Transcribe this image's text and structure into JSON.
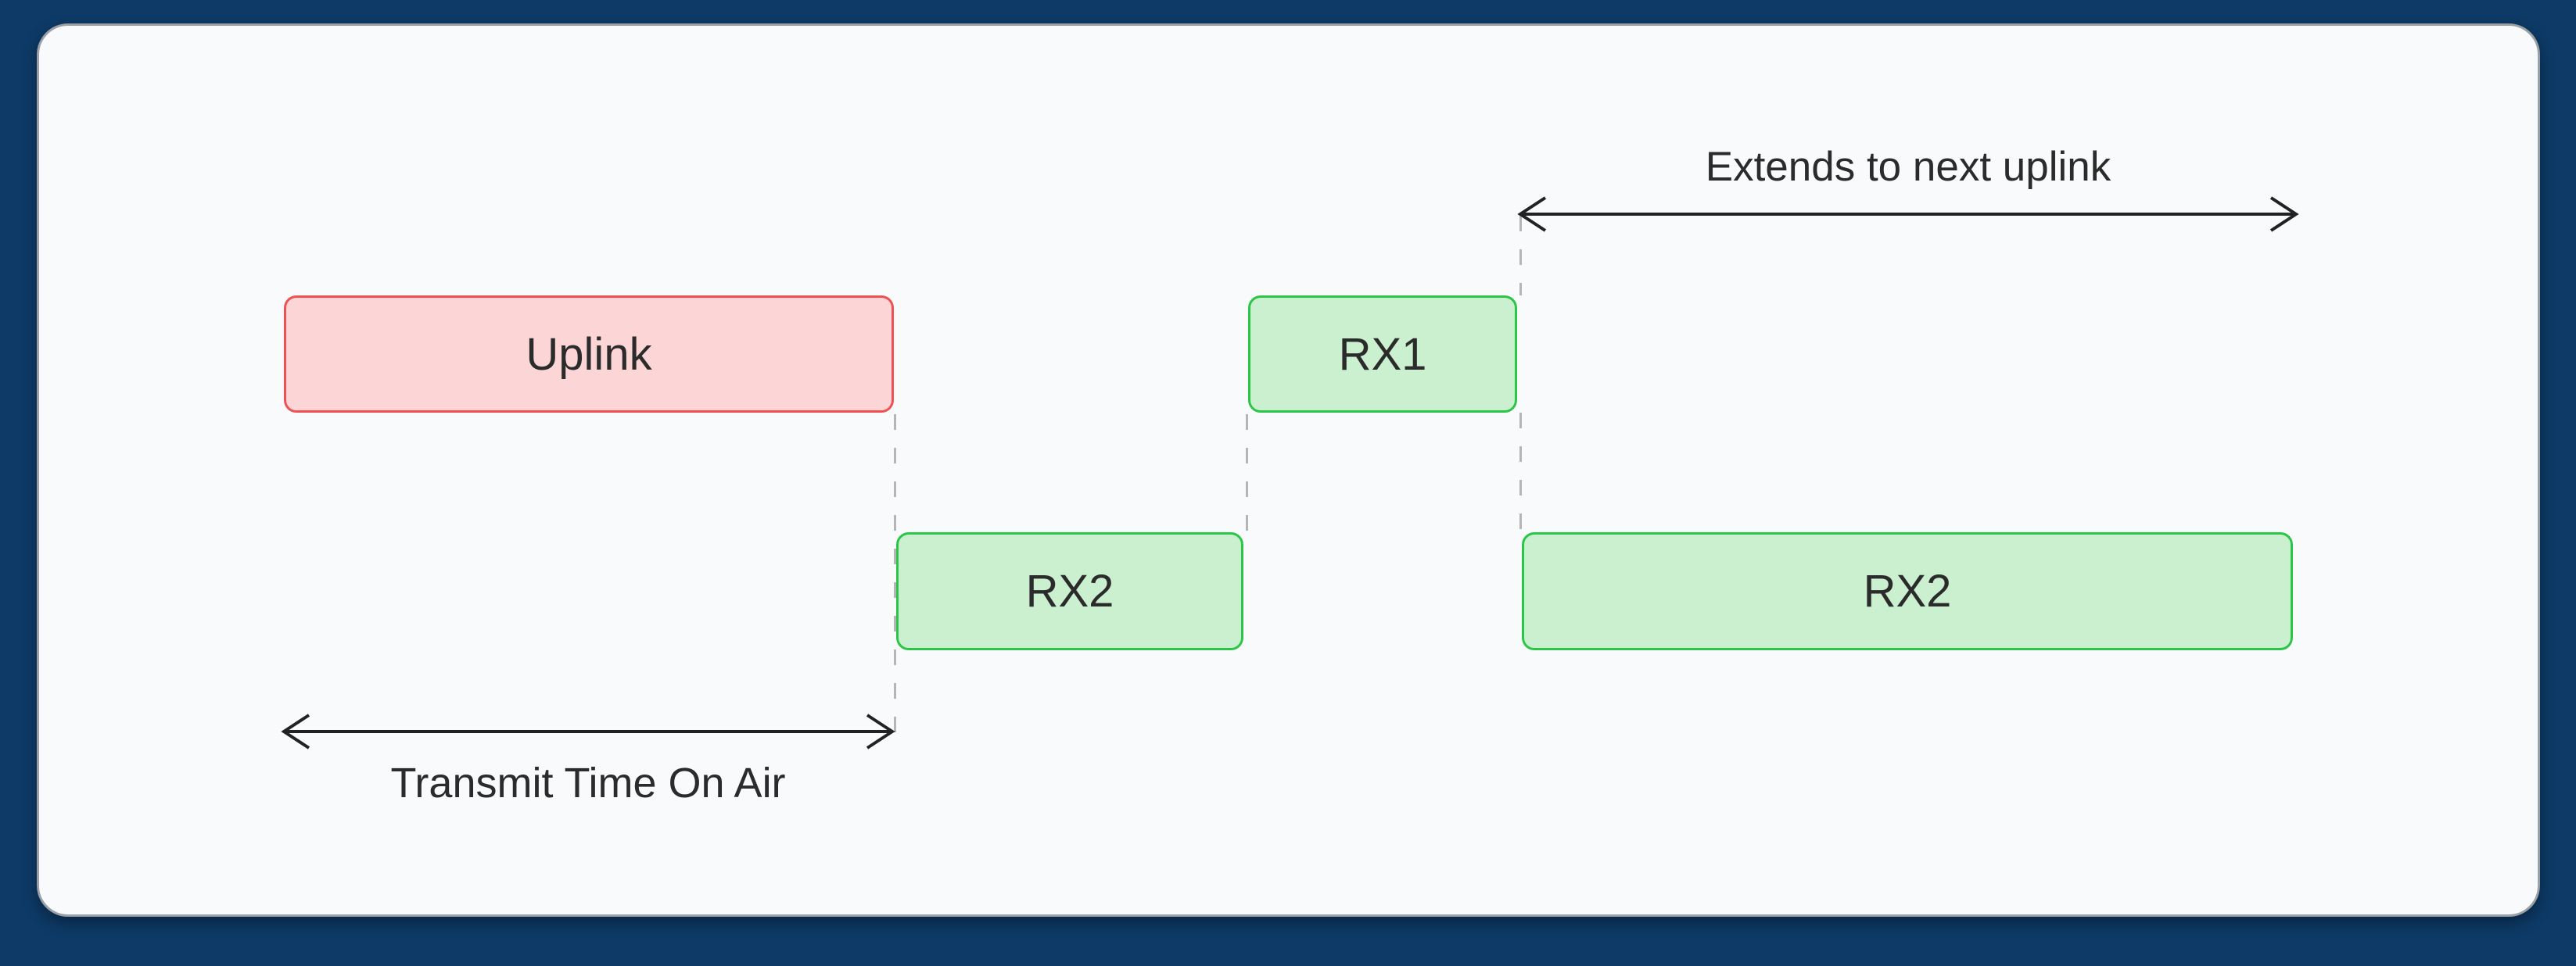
{
  "palette": {
    "page_background": "#0d3a66",
    "panel_background": "#f8fafc",
    "panel_border": "#9aa0a6",
    "uplink_fill": "#fcd6d6",
    "uplink_border": "#ef5152",
    "rx_fill": "#caf0cf",
    "rx_border": "#2bc646",
    "dashed_guide": "#b5b5b5",
    "arrow_stroke": "#222222",
    "text": "#2b2b2b"
  },
  "diagram": {
    "boxes": [
      {
        "label": "Uplink",
        "kind": "uplink"
      },
      {
        "label": "RX1",
        "kind": "rx"
      },
      {
        "label": "RX2",
        "kind": "rx"
      },
      {
        "label": "RX2",
        "kind": "rx"
      }
    ],
    "annotations": [
      {
        "label": "Transmit Time On Air"
      },
      {
        "label": "Extends to next uplink"
      }
    ]
  }
}
